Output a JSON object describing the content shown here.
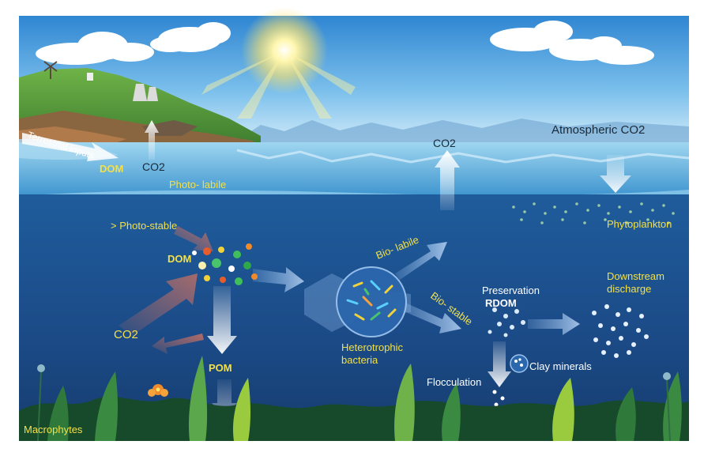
{
  "labels": {
    "terrestrial_inputs": "Terrestrial inputs",
    "dom_surface": "DOM",
    "co2_shore": "CO2",
    "photo_labile": "Photo- labile",
    "co2_center": "CO2",
    "atmospheric_co2": "Atmospheric CO2",
    "photo_stable": "> Photo-stable",
    "dom_deep": "DOM",
    "bio_labile": "Bio- labile",
    "bio_stable": "Bio- stable",
    "phytoplankton": "Phytoplankton",
    "preservation": "Preservation",
    "rdom": "RDOM",
    "downstream_discharge_1": "Downstream",
    "downstream_discharge_2": "discharge",
    "heterotrophic_1": "Heterotrophic",
    "heterotrophic_2": "bacteria",
    "co2_left": "CO2",
    "pom": "POM",
    "flocculation": "Flocculation",
    "clay_minerals": "Clay minerals",
    "macrophytes": "Macrophytes"
  },
  "colors": {
    "label_yellow": "#f2e04a",
    "label_white": "#ffffff",
    "deep_water": "#1d4f8c",
    "sky_top": "#2f86d2"
  }
}
